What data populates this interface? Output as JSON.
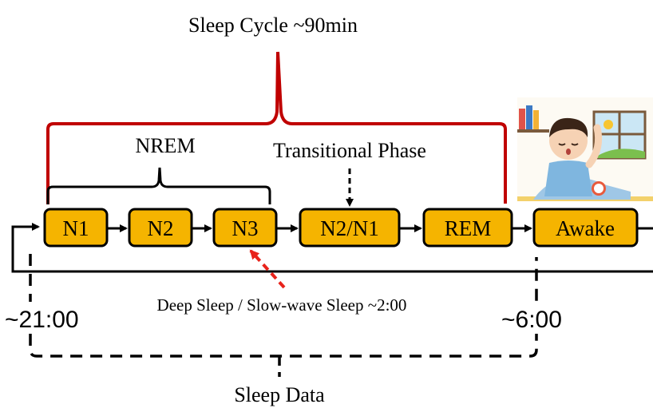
{
  "title": "Sleep Cycle ~90min",
  "nrem_label": "NREM",
  "transitional_label": "Transitional Phase",
  "stages": [
    {
      "id": "n1",
      "label": "N1"
    },
    {
      "id": "n2",
      "label": "N2"
    },
    {
      "id": "n3",
      "label": "N3"
    },
    {
      "id": "n2n1",
      "label": "N2/N1"
    },
    {
      "id": "rem",
      "label": "REM"
    },
    {
      "id": "awake",
      "label": "Awake"
    }
  ],
  "deep_sleep_label": "Deep Sleep / Slow-wave Sleep ~2:00",
  "start_time": "~21:00",
  "end_time": "~6:00",
  "sleep_data_label": "Sleep Data",
  "colors": {
    "stage_fill": "#f5b400",
    "red": "#c00000",
    "deep_arrow": "#e8231b",
    "line": "#000000"
  },
  "illustration": "sleepy-child-waking-icon"
}
